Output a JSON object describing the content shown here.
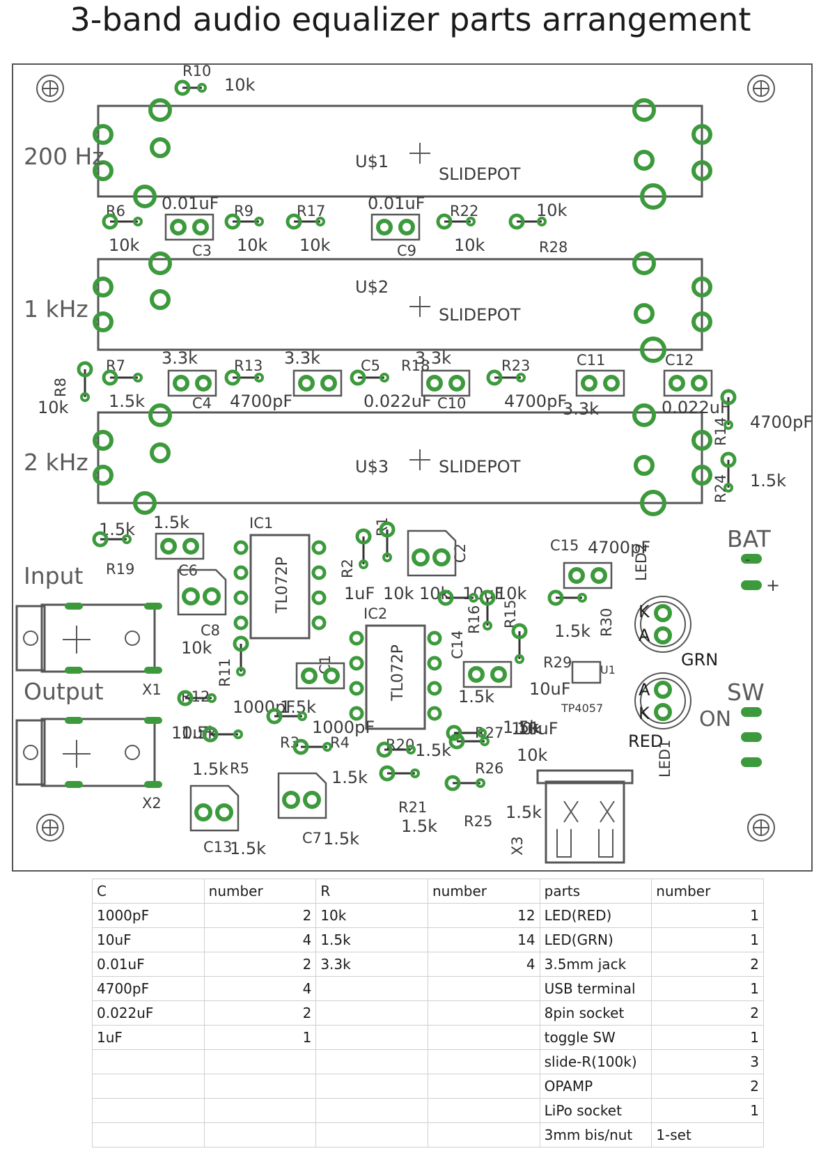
{
  "title": "3-band audio equalizer parts arrangement",
  "colors": {
    "pad": "#3c9a3c",
    "outline": "#555555",
    "board": "#ffffff"
  },
  "board": {
    "band_labels": [
      "200 Hz",
      "1 kHz",
      "2 kHz"
    ],
    "connector_labels": [
      "Input",
      "Output",
      "BAT",
      "SW",
      "ON",
      "GRN",
      "RED"
    ],
    "slidepots": [
      {
        "name": "U$1",
        "type": "SLIDEPOT"
      },
      {
        "name": "U$2",
        "type": "SLIDEPOT"
      },
      {
        "name": "U$3",
        "type": "SLIDEPOT"
      }
    ],
    "ics": [
      {
        "name": "IC1",
        "part": "TL072P"
      },
      {
        "name": "IC2",
        "part": "TL072P"
      }
    ],
    "designators": [
      "R10",
      "R6",
      "C3",
      "R9",
      "R17",
      "C9",
      "R22",
      "R28",
      "R8",
      "R7",
      "C4",
      "R13",
      "C5",
      "R18",
      "C10",
      "R23",
      "C11",
      "C12",
      "R14",
      "R24",
      "R19",
      "C6",
      "R1",
      "R2",
      "C2",
      "C15",
      "LED2",
      "C8",
      "R16",
      "R15",
      "R30",
      "R29",
      "C14",
      "U1",
      "X1",
      "R11",
      "C1",
      "R12",
      "R3",
      "R4",
      "R20",
      "R27",
      "R26",
      "R5",
      "X2",
      "R21",
      "R25",
      "X3",
      "C13",
      "C7",
      "LED1",
      "TP4057",
      "IC1",
      "IC2"
    ],
    "values": [
      "10k",
      "0.01uF",
      "0.01uF",
      "10k",
      "10k",
      "10k",
      "10k",
      "10k",
      "10k",
      "1.5k",
      "3.3k",
      "4700pF",
      "3.3k",
      "0.022uF",
      "3.3k",
      "4700pF",
      "3.3k",
      "0.022uF",
      "4700pF",
      "1.5k",
      "1.5k",
      "1.5k",
      "4700pF",
      "1uF",
      "10k",
      "10k",
      "10uF",
      "10k",
      "10k",
      "1.5k",
      "10uF",
      "1.5k",
      "1000pF",
      "1.5k",
      "1.5k",
      "1000pF",
      "1.5k",
      "10k",
      "10k",
      "1.5k",
      "1.5k",
      "1.5k",
      "1.5k",
      "1.5k",
      "1.5k",
      "10uF",
      "10uF",
      "1.5k"
    ],
    "led_pins": [
      "K",
      "A",
      "A",
      "K"
    ],
    "polarity": [
      "+",
      "-"
    ]
  },
  "table": {
    "headers": [
      "C",
      "number",
      "R",
      "number",
      "parts",
      "number"
    ],
    "rows": [
      [
        "1000pF",
        "2",
        "10k",
        "12",
        "LED(RED)",
        "1"
      ],
      [
        "10uF",
        "4",
        "1.5k",
        "14",
        "LED(GRN)",
        "1"
      ],
      [
        "0.01uF",
        "2",
        "3.3k",
        "4",
        "3.5mm jack",
        "2"
      ],
      [
        "4700pF",
        "4",
        "",
        "",
        "USB terminal",
        "1"
      ],
      [
        "0.022uF",
        "2",
        "",
        "",
        "8pin socket",
        "2"
      ],
      [
        "1uF",
        "1",
        "",
        "",
        "toggle SW",
        "1"
      ],
      [
        "",
        "",
        "",
        "",
        "slide-R(100k)",
        "3"
      ],
      [
        "",
        "",
        "",
        "",
        "OPAMP",
        "2"
      ],
      [
        "",
        "",
        "",
        "",
        "LiPo socket",
        "1"
      ],
      [
        "",
        "",
        "",
        "",
        "3mm bis/nut",
        "1-set"
      ]
    ]
  }
}
